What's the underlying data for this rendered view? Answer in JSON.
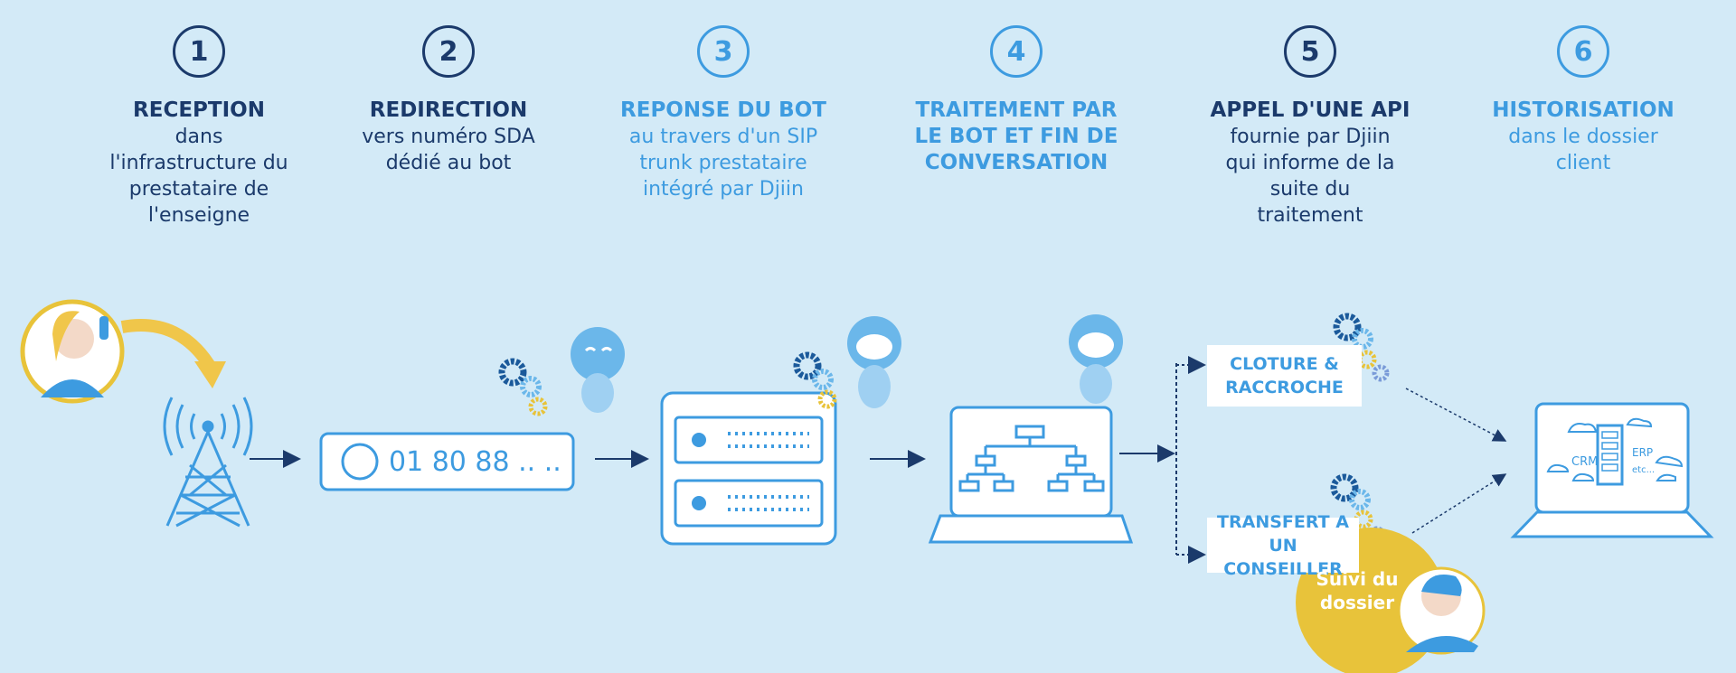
{
  "colors": {
    "navy": "#1b3a6b",
    "light": "#3d9be0",
    "yellow": "#e8c33a",
    "background": "#d3eaf7"
  },
  "steps": [
    {
      "num": "1",
      "title": "RECEPTION",
      "desc": "dans l'infrastructure du prestataire de l'enseigne",
      "tone": "navy"
    },
    {
      "num": "2",
      "title": "REDIRECTION",
      "desc": "vers numéro SDA dédié au bot",
      "tone": "navy"
    },
    {
      "num": "3",
      "title": "REPONSE DU BOT",
      "desc": "au travers d'un SIP trunk prestataire intégré par Djiin",
      "tone": "light"
    },
    {
      "num": "4",
      "title": "TRAITEMENT PAR LE BOT ET FIN DE CONVERSATION",
      "desc": "",
      "tone": "light"
    },
    {
      "num": "5",
      "title": "APPEL D'UNE API",
      "desc": "fournie par Djiin qui informe de la suite du traitement",
      "tone": "navy"
    },
    {
      "num": "6",
      "title": "HISTORISATION",
      "desc": "dans le dossier client",
      "tone": "light"
    }
  ],
  "phone_number": "01 80 88 .. ..",
  "outcomes": {
    "close": "CLOTURE & RACCROCHE",
    "transfer": "TRANSFERT A UN CONSEILLER",
    "followup": "Suivi du dossier"
  },
  "crm_screen": {
    "crm": "CRM",
    "erp": "ERP",
    "etc": "etc..."
  }
}
